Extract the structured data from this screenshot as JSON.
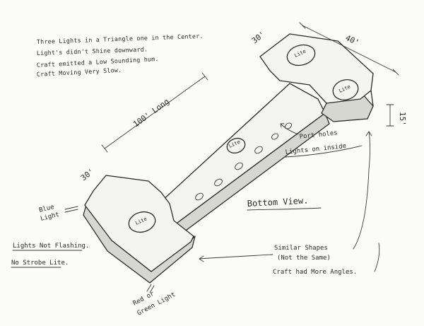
{
  "notes": [
    "Three Lights in a Triangle one in the Center.",
    "Light's didn't Shine downward.",
    "Craft emitted a Low Sounding hum.",
    "Craft Moving Very Slow."
  ],
  "dimensions": {
    "top_width": "30'",
    "top_length": "40'",
    "top_height": "15'",
    "shaft_length": "100' Long",
    "bottom_width": "30'"
  },
  "lite_label": "Lite",
  "labels": {
    "port_holes": "Port holes",
    "lights_inside": "Lights on inside",
    "bottom_view": "Bottom View.",
    "blue_light_1": "Blue",
    "blue_light_2": "Light",
    "not_flashing": "Lights Not Flashing.",
    "no_strobe": "No Strobe Lite.",
    "red_green_1": "Red or",
    "red_green_2": "Green Light",
    "similar_1": "Similar Shapes",
    "similar_2": "(Not the Same)",
    "more_angles": "Craft had More Angles."
  }
}
